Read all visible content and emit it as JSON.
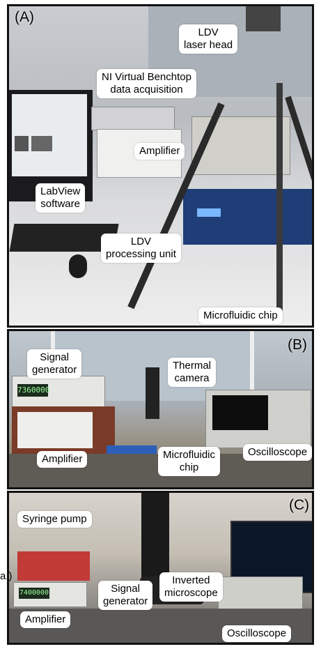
{
  "panels": {
    "a": {
      "letter": "(A)",
      "labels": {
        "ldv_head": "LDV\nlaser head",
        "ni_daq": "NI Virtual Benchtop\ndata acquisition",
        "amplifier": "Amplifier",
        "labview": "LabView\nsoftware",
        "ldv_processing": "LDV\nprocessing unit",
        "chip": "Microfluidic chip"
      }
    },
    "b": {
      "letter": "(B)",
      "labels": {
        "signal_generator": "Signal\ngenerator",
        "thermal_camera": "Thermal\ncamera",
        "amplifier": "Amplifier",
        "chip": "Microfluidic\nchip",
        "oscilloscope": "Oscilloscope"
      },
      "generator_display": "7360000"
    },
    "c": {
      "letter": "(C)",
      "labels": {
        "syringe_pump": "Syringe pump",
        "signal_generator": "Signal\ngenerator",
        "microscope": "Inverted\nmicroscope",
        "amplifier": "Amplifier",
        "oscilloscope": "Oscilloscope"
      },
      "side_mark": "a.)",
      "generator_display": "7400000"
    }
  }
}
